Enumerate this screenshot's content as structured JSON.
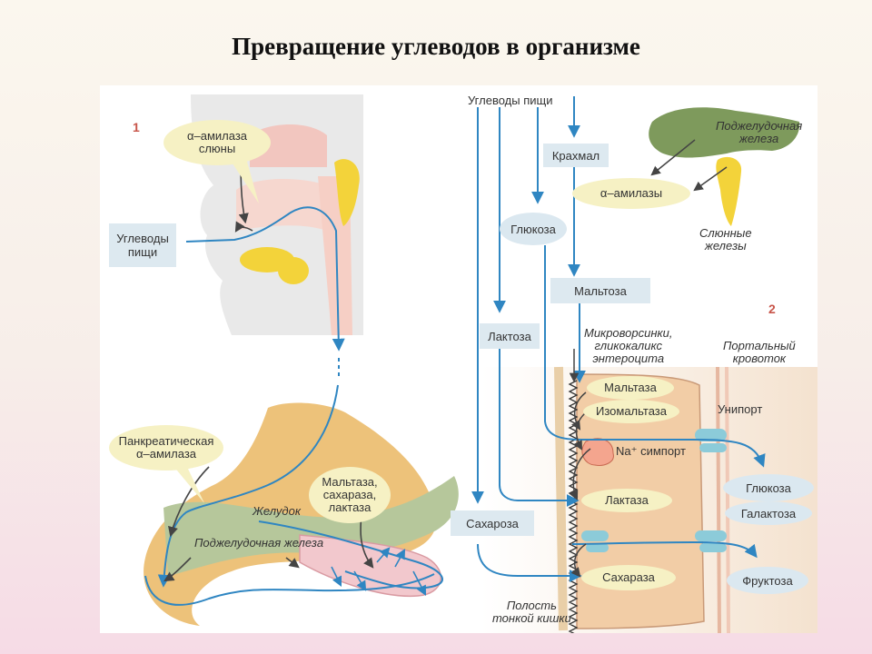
{
  "title": "Превращение углеводов в организме",
  "panel_numbers": [
    "1",
    "2"
  ],
  "left": {
    "salivary_amylase": "α–амилаза\nслюны",
    "food_carbs": "Углеводы\nпищи",
    "pancreatic_amylase": "Панкреатическая\nα–амилаза",
    "disaccharidases": "Мальтаза,\nсахараза,\nлактаза",
    "stomach": "Желудок",
    "pancreas": "Поджелудочная железа"
  },
  "right": {
    "food_carbs": "Углеводы пищи",
    "starch": "Крахмал",
    "alpha_amylase": "α–амилазы",
    "pancreas": "Поджелудочная\nжелеза",
    "salivary_glands": "Слюнные\nжелезы",
    "glucose_top": "Глюкоза",
    "maltose": "Мальтоза",
    "lactose": "Лактоза",
    "sucrose": "Сахароза",
    "microvilli": "Микроворсинки,\nгликокаликс\nэнтероцита",
    "portal": "Портальный\nкровоток",
    "maltase": "Мальтаза",
    "isomaltase": "Изомальтаза",
    "uniport": "Унипорт",
    "na_symport": "Na⁺ симпорт",
    "lactase": "Лактаза",
    "sucrase": "Сахараза",
    "glucose_out": "Глюкоза",
    "galactose_out": "Галактоза",
    "fructose_out": "Фруктоза",
    "lumen": "Полость\nтонкой кишки"
  },
  "colors": {
    "flow": "#2f86c2",
    "label_box": "#dde9f0",
    "enzyme": "#f6f1c4",
    "gland": "#f3d33a"
  }
}
